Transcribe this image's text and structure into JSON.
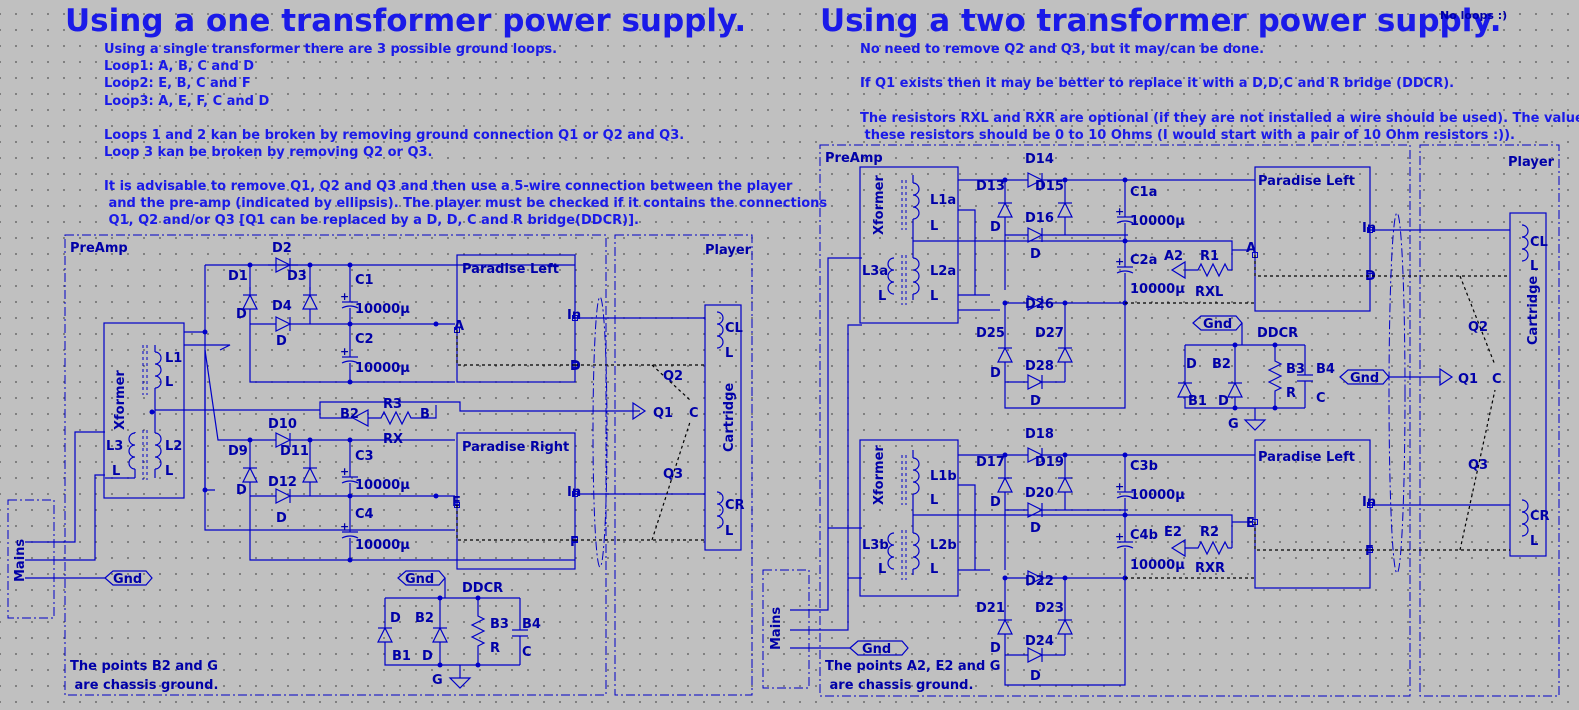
{
  "left": {
    "title": "Using a one transformer power supply.",
    "notes": [
      "Using a single transformer there are 3 possible ground loops.",
      "Loop1: A, B, C and D",
      "Loop2: E, B, C and F",
      "Loop3: A, E, F, C and D",
      "Loops 1 and 2 kan be broken by removing ground connection Q1 or Q2 and Q3.",
      "Loop 3 kan be broken by removing Q2 or Q3.",
      "It is advisable to remove Q1, Q2 and Q3 and then use a 5-wire connection between the player",
      " and the pre-amp (indicated by ellipsis). The player must be checked if it contains the connections",
      " Q1, Q2 and/or Q3 [Q1 can be replaced by a D, D, C and R bridge(DDCR)]."
    ],
    "preamp_label": "PreAmp",
    "player_label": "Player",
    "mains_label": "Mains",
    "gnd_label": "Gnd",
    "gnd2_label": "Gnd",
    "xformer_label": "Xformer",
    "cartridge_label": "Cartridge",
    "paradise_left": "Paradise Left",
    "paradise_right": "Paradise Right",
    "ddcr_label": "DDCR",
    "footer": [
      "The points B2 and G",
      " are chassis ground."
    ],
    "parts": {
      "L1": "L1",
      "L2": "L2",
      "L3": "L3",
      "L": "L",
      "D1": "D1",
      "D2": "D2",
      "D3": "D3",
      "D4": "D4",
      "D9": "D9",
      "D10": "D10",
      "D11": "D11",
      "D12": "D12",
      "D": "D",
      "C1": "C1",
      "C2": "C2",
      "C3": "C3",
      "C4": "C4",
      "cap": "10000µ",
      "A": "A",
      "B": "B",
      "E": "E",
      "F": "F",
      "In": "In",
      "B2": "B2",
      "R3": "R3",
      "RX": "RX",
      "Q1": "Q1",
      "Q2": "Q2",
      "Q3": "Q3",
      "C": "C",
      "CL": "CL",
      "CR": "CR",
      "B1": "B1",
      "B3": "B3",
      "B4": "B4",
      "R": "R",
      "G": "G"
    }
  },
  "right": {
    "title": "Using a two transformer power supply.",
    "no_loops": "No loops :)",
    "notes": [
      "No need to remove Q2 and Q3, but it may/can be done.",
      "If Q1 exists then it may be better to replace it with a D,D,C and R bridge (DDCR).",
      "The resistors RXL and RXR are optional (if they are not installed a wire should be used). The value of",
      " these resistors should be 0 to 10 Ohms (I would start with a pair of 10 Ohm resistors :))."
    ],
    "preamp_label": "PreAmp",
    "player_label": "Player",
    "mains_label": "Mains",
    "gnd_label": "Gnd",
    "gnd2_label": "Gnd",
    "gnd3_label": "Gnd",
    "xformer_label": "Xformer",
    "cartridge_label": "Cartridge",
    "paradise_left": "Paradise Left",
    "paradise_left2": "Paradise Left",
    "ddcr_label": "DDCR",
    "footer": [
      "The points A2, E2 and G",
      " are chassis ground."
    ],
    "parts": {
      "L1a": "L1a",
      "L2a": "L2a",
      "L3a": "L3a",
      "L1b": "L1b",
      "L2b": "L2b",
      "L3b": "L3b",
      "L": "L",
      "D13": "D13",
      "D14": "D14",
      "D15": "D15",
      "D16": "D16",
      "D25": "D25",
      "D26": "D26",
      "D27": "D27",
      "D28": "D28",
      "D17": "D17",
      "D18": "D18",
      "D19": "D19",
      "D20": "D20",
      "D21": "D21",
      "D22": "D22",
      "D23": "D23",
      "D24": "D24",
      "D": "D",
      "C1a": "C1a",
      "C2a": "C2a",
      "C3b": "C3b",
      "C4b": "C4b",
      "cap": "10000µ",
      "A2": "A2",
      "R1": "R1",
      "RXL": "RXL",
      "E2": "E2",
      "R2": "R2",
      "RXR": "RXR",
      "A": "A",
      "D_pin": "D",
      "E": "E",
      "F": "F",
      "In": "In",
      "Q1": "Q1",
      "Q2": "Q2",
      "Q3": "Q3",
      "C": "C",
      "CL": "CL",
      "CR": "CR",
      "B1": "B1",
      "B2": "B2",
      "B3": "B3",
      "B4": "B4",
      "R": "R",
      "G": "G"
    }
  }
}
